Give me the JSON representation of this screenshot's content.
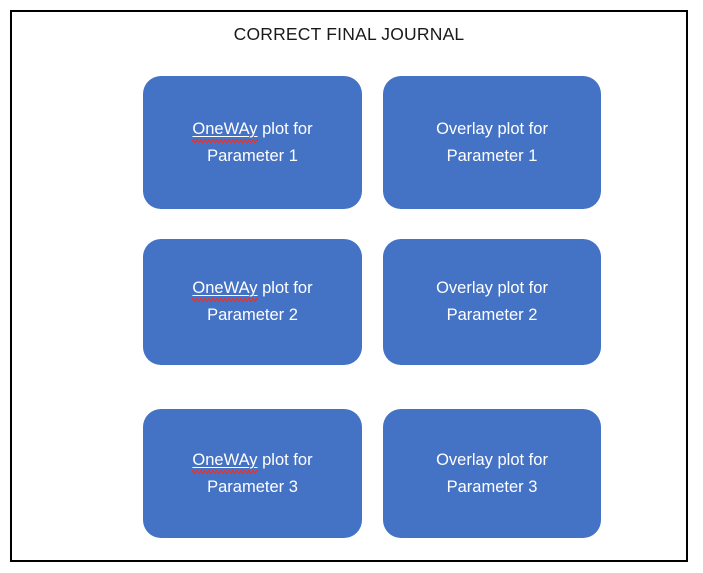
{
  "slide": {
    "title": "CORRECT FINAL JOURNAL",
    "border_color": "#000000",
    "background_color": "#ffffff",
    "title_color": "#1a1a1a"
  },
  "theme": {
    "box_fill": "#4472C4",
    "box_text_color": "#ffffff",
    "spellcheck_underline_color": "#e8342b"
  },
  "boxes": [
    {
      "id": "oneway-parameter-1",
      "misspelled_word": "OneWAy",
      "rest_line1": " plot for",
      "line2": "Parameter 1",
      "full_text": "OneWAy plot for Parameter 1",
      "column": "left",
      "row": 1
    },
    {
      "id": "overlay-parameter-1",
      "misspelled_word": "",
      "rest_line1": "Overlay plot for",
      "line2": "Parameter 1",
      "full_text": "Overlay plot for Parameter 1",
      "column": "right",
      "row": 1
    },
    {
      "id": "oneway-parameter-2",
      "misspelled_word": "OneWAy",
      "rest_line1": " plot for",
      "line2": "Parameter 2",
      "full_text": "OneWAy plot for Parameter 2",
      "column": "left",
      "row": 2
    },
    {
      "id": "overlay-parameter-2",
      "misspelled_word": "",
      "rest_line1": "Overlay plot for",
      "line2": "Parameter 2",
      "full_text": "Overlay plot for Parameter 2",
      "column": "right",
      "row": 2
    },
    {
      "id": "oneway-parameter-3",
      "misspelled_word": "OneWAy",
      "rest_line1": " plot for",
      "line2": "Parameter 3",
      "full_text": "OneWAy plot for Parameter 3",
      "column": "left",
      "row": 3
    },
    {
      "id": "overlay-parameter-3",
      "misspelled_word": "",
      "rest_line1": "Overlay plot for",
      "line2": "Parameter 3",
      "full_text": "Overlay plot for Parameter 3",
      "column": "right",
      "row": 3
    }
  ]
}
